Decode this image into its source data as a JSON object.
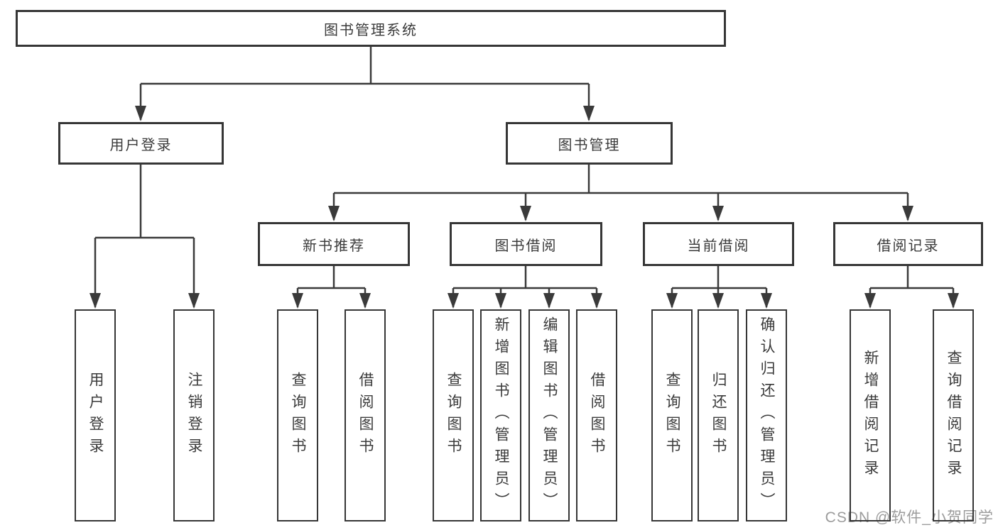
{
  "colors": {
    "line": "#3a3a3a",
    "box_border": "#363636",
    "text": "#3b3b3b",
    "background": "#ffffff",
    "watermark": "#9c9c9c"
  },
  "watermark": {
    "text": "CSDN @软件_小贺同学"
  },
  "tree": {
    "label": "图书管理系统",
    "children": [
      {
        "label": "用户登录",
        "children": [
          {
            "label": "用户登录"
          },
          {
            "label": "注销登录"
          }
        ]
      },
      {
        "label": "图书管理",
        "children": [
          {
            "label": "新书推荐",
            "children": [
              {
                "label": "查询图书"
              },
              {
                "label": "借阅图书"
              }
            ]
          },
          {
            "label": "图书借阅",
            "children": [
              {
                "label": "查询图书"
              },
              {
                "label": "新增图书（管理员）"
              },
              {
                "label": "编辑图书（管理员）"
              },
              {
                "label": "借阅图书"
              }
            ]
          },
          {
            "label": "当前借阅",
            "children": [
              {
                "label": "查询图书"
              },
              {
                "label": "归还图书"
              },
              {
                "label": "确认归还（管理员）"
              }
            ]
          },
          {
            "label": "借阅记录",
            "children": [
              {
                "label": "新增借阅记录"
              },
              {
                "label": "查询借阅记录"
              }
            ]
          }
        ]
      }
    ]
  }
}
